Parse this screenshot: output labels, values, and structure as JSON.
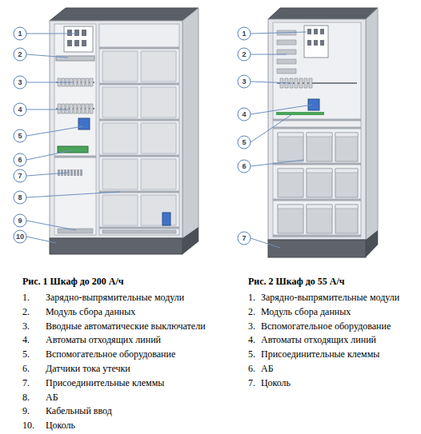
{
  "diagram": {
    "labels": [
      "1",
      "2",
      "3",
      "4",
      "5",
      "6",
      "7",
      "8",
      "9",
      "10",
      "1",
      "2",
      "3",
      "4",
      "5",
      "6",
      "7",
      "Рис. 1 Шкаф до 200 А/ч",
      "1.",
      "Зарядно-выпрямительные модули",
      "2.",
      "Модуль сбора данных",
      "3.",
      "Вводные автоматические выключатели",
      "4.",
      "Автоматы отходящих линий",
      "5.",
      "Вспомогательное оборудование",
      "6.",
      "Датчики тока утечки",
      "7.",
      "Присоединительные клеммы",
      "8.",
      "АБ",
      "9.",
      "Кабельный ввод",
      "10.",
      "Цоколь",
      "Рис. 2 Шкаф до 55 А/ч",
      "1.",
      "Зарядно-выпрямительные модули",
      "2.",
      "Модуль сбора данных",
      "3.",
      "Вспомогательное оборудование",
      "4.",
      "Автоматы отходящих линий",
      "5.",
      "Присоединительные клеммы",
      "6.",
      "АБ",
      "7.",
      "Цоколь"
    ]
  }
}
